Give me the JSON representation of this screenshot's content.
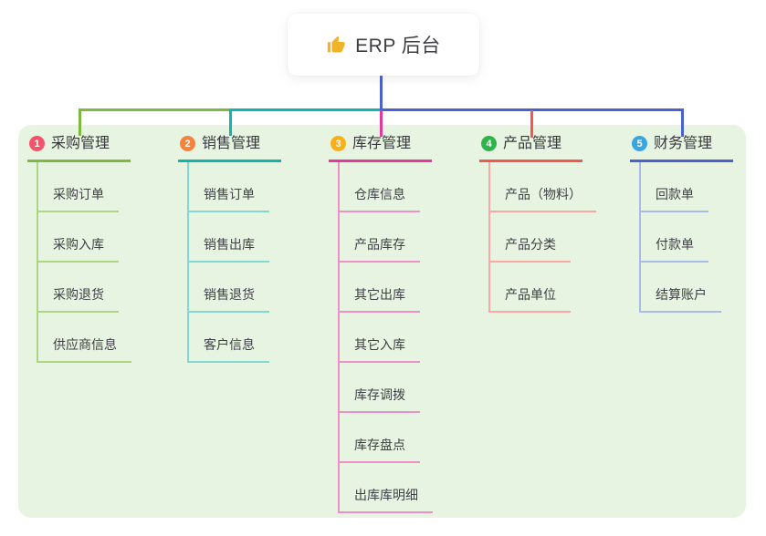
{
  "root": {
    "title": "ERP 后台",
    "icon": "thumbs-up"
  },
  "palette": {
    "page_bg": "#ffffff",
    "panel_bg": "#e7f4e1",
    "root_card_bg": "#ffffff",
    "root_connector": "#4b61d1",
    "title_text": "#3d3d42",
    "node_text": "#3f3f46",
    "icon_color": "#f0b429"
  },
  "branches": [
    {
      "num": "1",
      "label": "采购管理",
      "color": "#7cb93e",
      "light_color": "#abd77f",
      "badge_color": "#f2556b",
      "children": [
        "采购订单",
        "采购入库",
        "采购退货",
        "供应商信息"
      ]
    },
    {
      "num": "2",
      "label": "销售管理",
      "color": "#0db7af",
      "light_color": "#83d8d2",
      "badge_color": "#f6823c",
      "children": [
        "销售订单",
        "销售出库",
        "销售退货",
        "客户信息"
      ]
    },
    {
      "num": "3",
      "label": "库存管理",
      "color": "#e23a9c",
      "light_color": "#ef8fc9",
      "badge_color": "#f8b018",
      "children": [
        "仓库信息",
        "产品库存",
        "其它出库",
        "其它入库",
        "库存调拨",
        "库存盘点",
        "出库库明细"
      ]
    },
    {
      "num": "4",
      "label": "产品管理",
      "color": "#f5564e",
      "light_color": "#f9a8a4",
      "badge_color": "#2fb44a",
      "children": [
        "产品（物料）",
        "产品分类",
        "产品单位"
      ]
    },
    {
      "num": "5",
      "label": "财务管理",
      "color": "#4b61d1",
      "light_color": "#a9bce9",
      "badge_color": "#38a6e0",
      "children": [
        "回款单",
        "付款单",
        "结算账户"
      ]
    }
  ]
}
